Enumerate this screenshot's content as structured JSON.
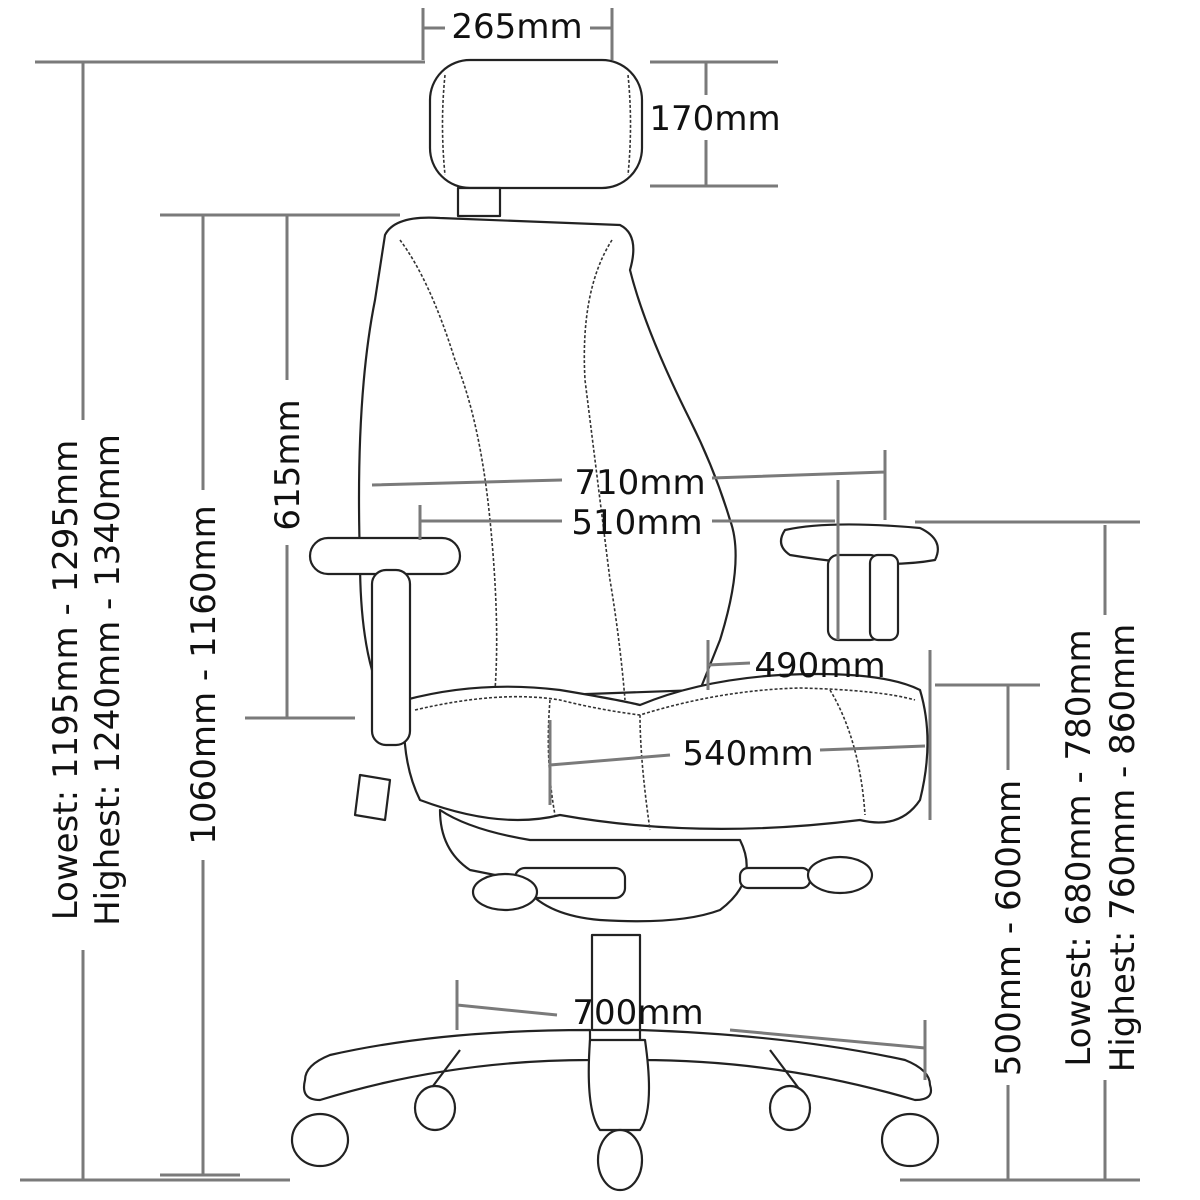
{
  "labels": {
    "headrest_width": "265mm",
    "headrest_height": "170mm",
    "overall_width_arms": "710mm",
    "inner_arm_width": "510mm",
    "seat_depth": "490mm",
    "seat_width": "540mm",
    "base_diameter": "700mm",
    "backrest_height": "615mm",
    "height_no_headrest": "1060mm - 1160mm",
    "overall_lowest": "Lowest: 1195mm - 1295mm",
    "overall_highest": "Highest: 1240mm - 1340mm",
    "seat_height": "500mm - 600mm",
    "arm_lowest": "Lowest: 680mm - 780mm",
    "arm_highest": "Highest: 760mm - 860mm"
  }
}
